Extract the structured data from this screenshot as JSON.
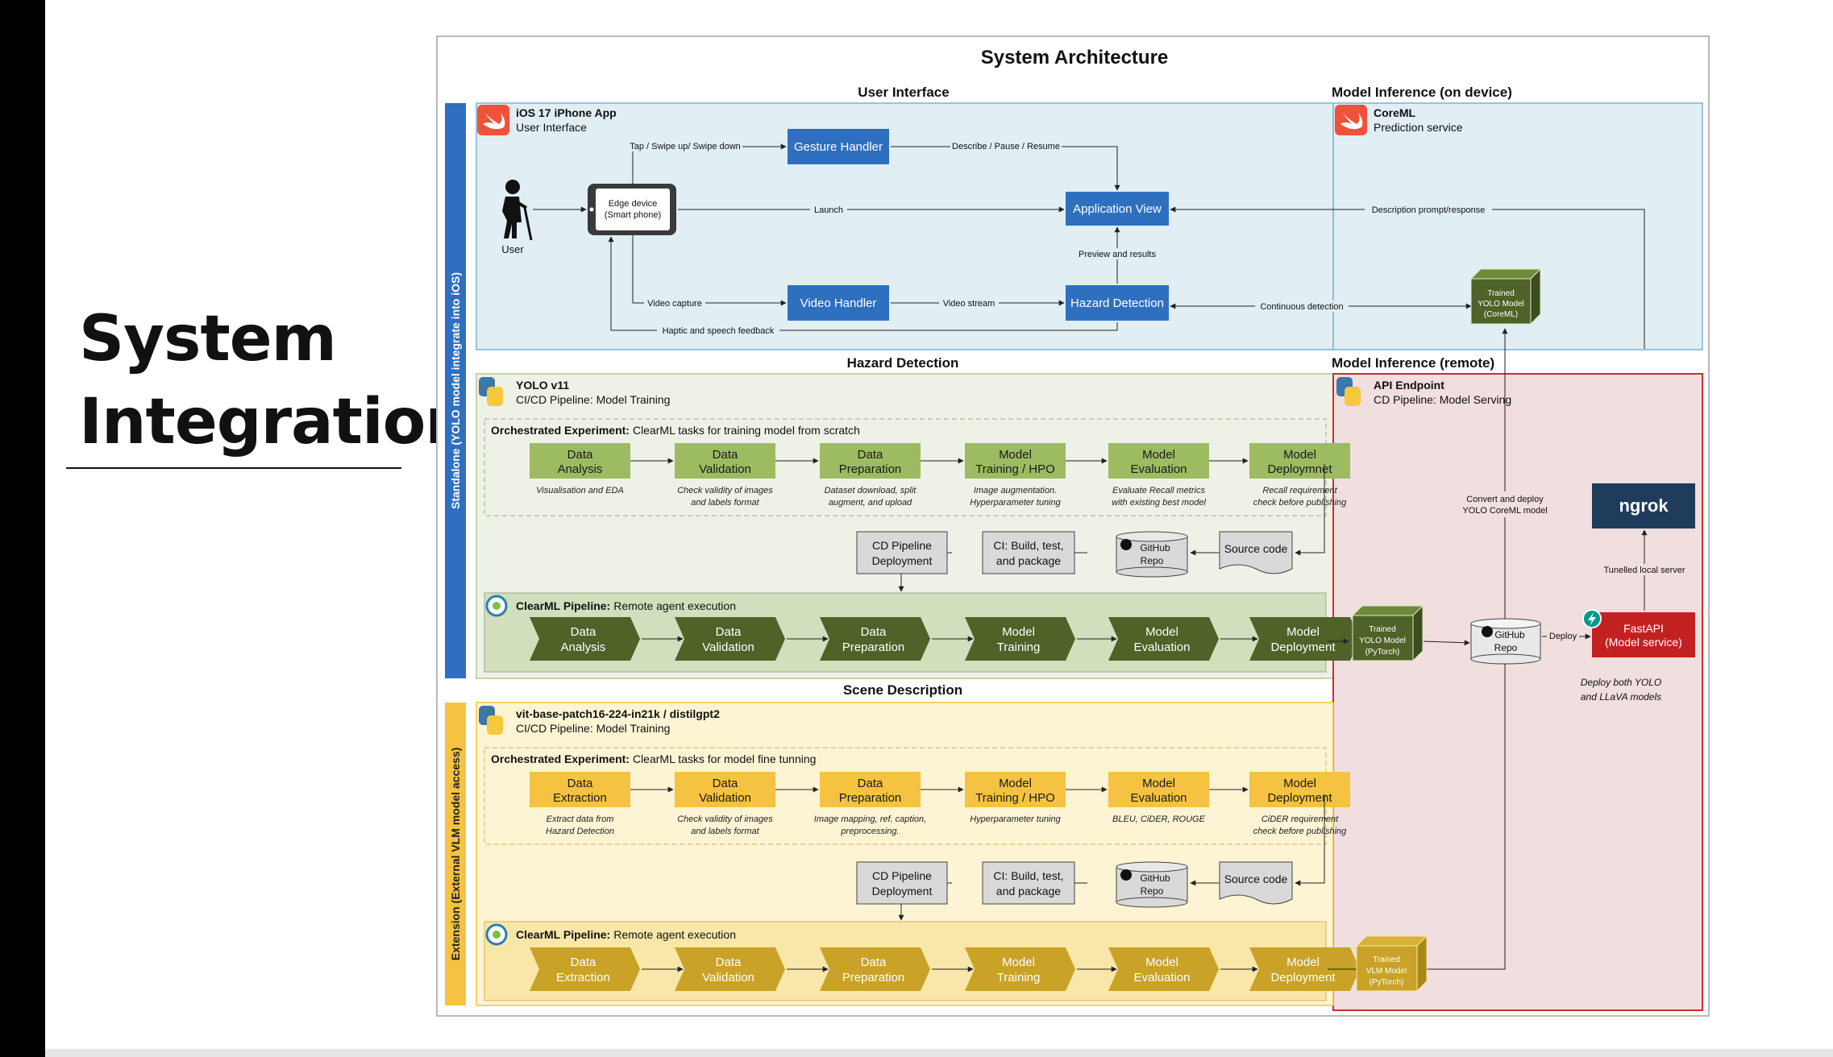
{
  "slide": {
    "title_line1": "System",
    "title_line2": "Integration"
  },
  "diagram": {
    "title": "System Architecture",
    "sections": {
      "user_interface": "User Interface",
      "model_inference_device": "Model Inference (on device)",
      "hazard_detection": "Hazard Detection",
      "model_inference_remote": "Model Inference (remote)",
      "scene_description": "Scene Description"
    },
    "side_labels": {
      "standalone": "Standalone (YOLO model integrate into iOS)",
      "extension": "Extension (External VLM model access)"
    },
    "ui": {
      "app_title": "iOS 17 iPhone App",
      "app_subtitle": "User Interface",
      "user_label": "User",
      "edge_device_1": "Edge device",
      "edge_device_2": "(Smart phone)",
      "gesture_handler": "Gesture Handler",
      "application_view": "Application View",
      "video_handler": "Video Handler",
      "hazard_detection": "Hazard Detection",
      "edge_tap": "Tap / Swipe up/ Swipe down",
      "edge_describe": "Describe / Pause / Resume",
      "edge_launch": "Launch",
      "edge_preview": "Preview and results",
      "edge_video_capture": "Video capture",
      "edge_video_stream": "Video stream",
      "edge_haptic": "Haptic and speech feedback",
      "edge_description_prompt": "Description prompt/response",
      "edge_continuous": "Continuous detection"
    },
    "device": {
      "coreml_title": "CoreML",
      "coreml_subtitle": "Prediction service",
      "trained_1": "Trained",
      "trained_2": "YOLO Model",
      "trained_3": "(CoreML)"
    },
    "hazard": {
      "title": "YOLO v11",
      "subtitle": "CI/CD Pipeline: Model Training",
      "orchestrated_bold": "Orchestrated Experiment:",
      "orchestrated_text": "ClearML tasks for training model from scratch",
      "steps": [
        {
          "l1": "Data",
          "l2": "Analysis",
          "n1": "Visualisation and EDA",
          "n2": ""
        },
        {
          "l1": "Data",
          "l2": "Validation",
          "n1": "Check validity of images",
          "n2": "and labels format"
        },
        {
          "l1": "Data",
          "l2": "Preparation",
          "n1": "Dataset download, split",
          "n2": "augment, and upload"
        },
        {
          "l1": "Model",
          "l2": "Training / HPO",
          "n1": "Image augmentation.",
          "n2": "Hyperparameter tuning"
        },
        {
          "l1": "Model",
          "l2": "Evaluation",
          "n1": "Evaluate Recall metrics",
          "n2": "with existing best model"
        },
        {
          "l1": "Model",
          "l2": "Deploymnet",
          "n1": "Recall requirement",
          "n2": "check before publishing"
        }
      ],
      "cd_1": "CD Pipeline",
      "cd_2": "Deployment",
      "ci_1": "CI: Build, test,",
      "ci_2": "and package",
      "repo_1": "GitHub",
      "repo_2": "Repo",
      "source": "Source code",
      "clearml_bold": "ClearML Pipeline:",
      "clearml_text": "Remote agent execution",
      "pipeline": [
        {
          "l1": "Data",
          "l2": "Analysis"
        },
        {
          "l1": "Data",
          "l2": "Validation"
        },
        {
          "l1": "Data",
          "l2": "Preparation"
        },
        {
          "l1": "Model",
          "l2": "Training"
        },
        {
          "l1": "Model",
          "l2": "Evaluation"
        },
        {
          "l1": "Model",
          "l2": "Deployment"
        }
      ],
      "trained_1": "Trained",
      "trained_2": "YOLO Model",
      "trained_3": "(PyTorch)"
    },
    "remote": {
      "api_title": "API Endpoint",
      "api_subtitle": "CD Pipeline: Model Serving",
      "convert_1": "Convert and deploy",
      "convert_2": "YOLO CoreML model",
      "ngrok": "ngrok",
      "tunnel": "Tunelled local server",
      "repo_1": "GitHub",
      "repo_2": "Repo",
      "deploy": "Deploy",
      "fastapi_1": "FastAPI",
      "fastapi_2": "(Model service)",
      "note_1": "Deploy both YOLO",
      "note_2": "and LLaVA models"
    },
    "scene": {
      "title": "vit-base-patch16-224-in21k / distilgpt2",
      "subtitle": "CI/CD Pipeline: Model Training",
      "orchestrated_bold": "Orchestrated Experiment:",
      "orchestrated_text": "ClearML tasks for model fine tunning",
      "steps": [
        {
          "l1": "Data",
          "l2": "Extraction",
          "n1": "Extract data from",
          "n2": "Hazard Detection"
        },
        {
          "l1": "Data",
          "l2": "Validation",
          "n1": "Check validity of images",
          "n2": "and labels format"
        },
        {
          "l1": "Data",
          "l2": "Preparation",
          "n1": "Image mapping, ref. caption,",
          "n2": "preprocessing."
        },
        {
          "l1": "Model",
          "l2": "Training / HPO",
          "n1": "Hyperparameter tuning",
          "n2": ""
        },
        {
          "l1": "Model",
          "l2": "Evaluation",
          "n1": "BLEU, CiDER, ROUGE",
          "n2": ""
        },
        {
          "l1": "Model",
          "l2": "Deployment",
          "n1": "CiDER requirement",
          "n2": "check before publishing"
        }
      ],
      "cd_1": "CD Pipeline",
      "cd_2": "Deployment",
      "ci_1": "CI: Build, test,",
      "ci_2": "and package",
      "repo_1": "GitHub",
      "repo_2": "Repo",
      "source": "Source code",
      "clearml_bold": "ClearML Pipeline:",
      "clearml_text": "Remote agent execution",
      "pipeline": [
        {
          "l1": "Data",
          "l2": "Extraction"
        },
        {
          "l1": "Data",
          "l2": "Validation"
        },
        {
          "l1": "Data",
          "l2": "Preparation"
        },
        {
          "l1": "Model",
          "l2": "Training"
        },
        {
          "l1": "Model",
          "l2": "Evaluation"
        },
        {
          "l1": "Model",
          "l2": "Deployment"
        }
      ],
      "trained_1": "Trained",
      "trained_2": "VLM Model",
      "trained_3": "(PyTorch)"
    },
    "colors": {
      "ui_bg": "#e1eef3",
      "ui_border": "#7db3cc",
      "hazard_bg": "#eef2e6",
      "hazard_border": "#b3c596",
      "scene_bg": "#fdf4d4",
      "scene_border": "#efc73c",
      "remote_bg": "#f1dede",
      "remote_border": "#cc2e2e",
      "blue_box": "#2f6fbf",
      "green_box": "#9dbb61",
      "dark_green": "#4f6228",
      "yellow_box": "#f5c242",
      "gold_box": "#c9a227",
      "ngrok": "#1f3c5d",
      "fastapi": "#c32121"
    }
  }
}
